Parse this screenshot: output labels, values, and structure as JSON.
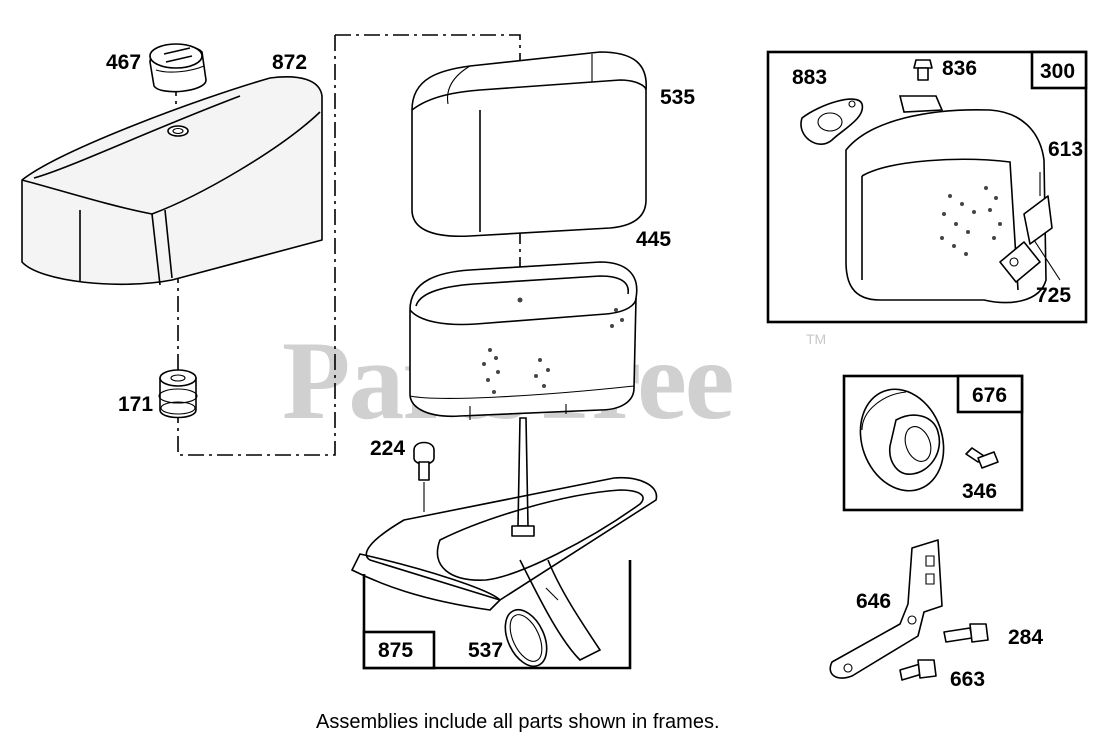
{
  "watermark": {
    "text": "PartsTree",
    "trademark": "TM"
  },
  "caption": "Assemblies include all parts shown in frames.",
  "callouts": {
    "p467": "467",
    "p872": "872",
    "p171": "171",
    "p535": "535",
    "p445": "445",
    "p224": "224",
    "p875": "875",
    "p537": "537",
    "p300": "300",
    "p883": "883",
    "p836": "836",
    "p613": "613",
    "p725": "725",
    "p676": "676",
    "p346": "346",
    "p646": "646",
    "p284": "284",
    "p663": "663"
  },
  "assemblies": [
    {
      "number": "300",
      "parts": [
        "883",
        "836",
        "613",
        "725"
      ]
    },
    {
      "number": "676",
      "parts": [
        "346"
      ]
    },
    {
      "number": "875",
      "parts": [
        "537"
      ]
    }
  ],
  "icons": [
    "knob-icon",
    "air-cleaner-cover-icon",
    "grommet-icon",
    "pre-cleaner-icon",
    "air-filter-icon",
    "screw-icon",
    "air-cleaner-base-icon",
    "seal-ring-icon",
    "muffler-icon",
    "gasket-icon",
    "muffler-deflector-icon",
    "exhaust-adapter-icon",
    "bracket-icon"
  ]
}
